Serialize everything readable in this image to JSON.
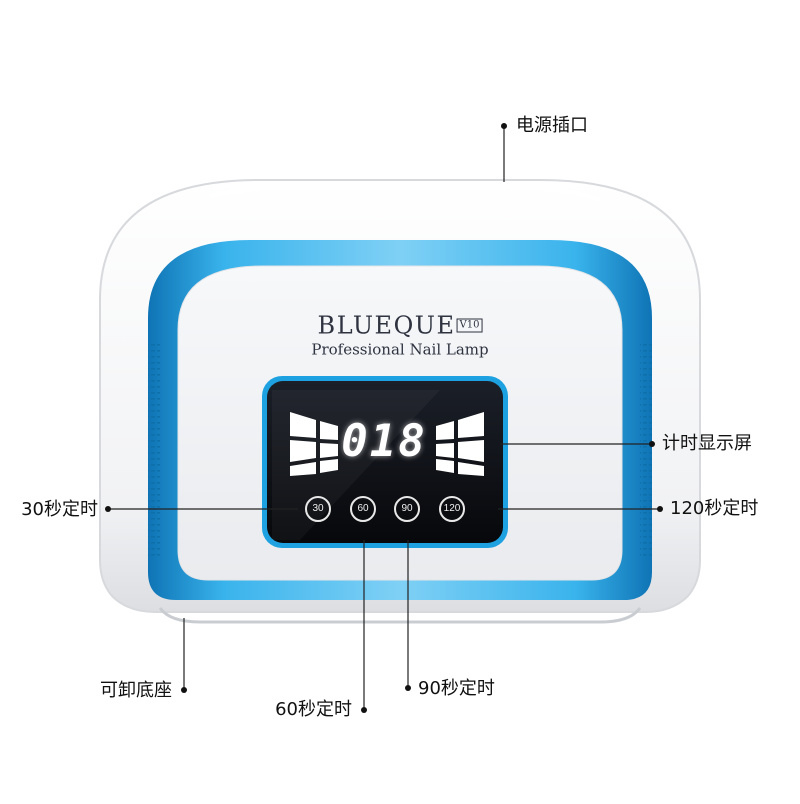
{
  "product": {
    "brand": "BLUEQUE",
    "model": "V10",
    "subtitle": "Professional Nail Lamp",
    "display_reading": "018",
    "timer_buttons": [
      "30",
      "60",
      "90",
      "120"
    ]
  },
  "callouts": {
    "power_port": "电源插口",
    "timer_display": "计时显示屏",
    "timer_30": "30秒定时",
    "timer_120": "120秒定时",
    "detachable_base": "可卸底座",
    "timer_60": "60秒定时",
    "timer_90": "90秒定时"
  },
  "colors": {
    "accent_blue": "#1a9ad6",
    "body_white": "#f2f3f5",
    "panel_black": "#0b0d12"
  },
  "icons": [
    "light-bar-left-icon",
    "light-bar-right-icon"
  ]
}
